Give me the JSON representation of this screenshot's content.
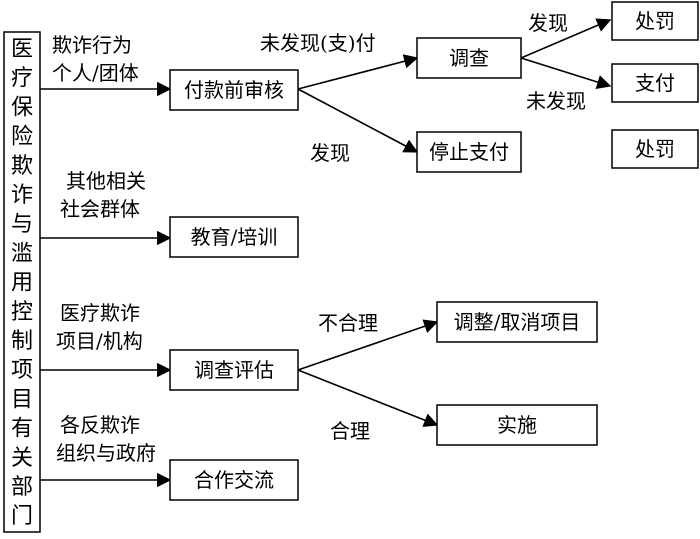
{
  "main_department": "医疗保险欺诈与滥用控制项目有关部门",
  "nodes": {
    "prepay_review": "付款前审核",
    "investigate": "调查",
    "stop_payment": "停止支付",
    "penalty_top": "处罚",
    "pay": "支付",
    "penalty_lower": "处罚",
    "education": "教育/培训",
    "investigate_evaluate": "调查评估",
    "adjust_cancel": "调整/取消项目",
    "implement": "实施",
    "cooperation": "合作交流"
  },
  "edge_labels": {
    "fraud_line1": "欺诈行为",
    "fraud_line2": "个人/团体",
    "not_found_paid": "未发现(支)付",
    "found_to_penalty": "发现",
    "not_found_to_pay": "未发现",
    "found_to_stop": "发现",
    "others_line1": "其他相关",
    "others_line2": "社会群体",
    "med_line1": "医疗欺诈",
    "med_line2": "项目/机构",
    "unreasonable": "不合理",
    "reasonable": "合理",
    "anti_line1": "各反欺诈",
    "anti_line2": "组织与政府"
  }
}
